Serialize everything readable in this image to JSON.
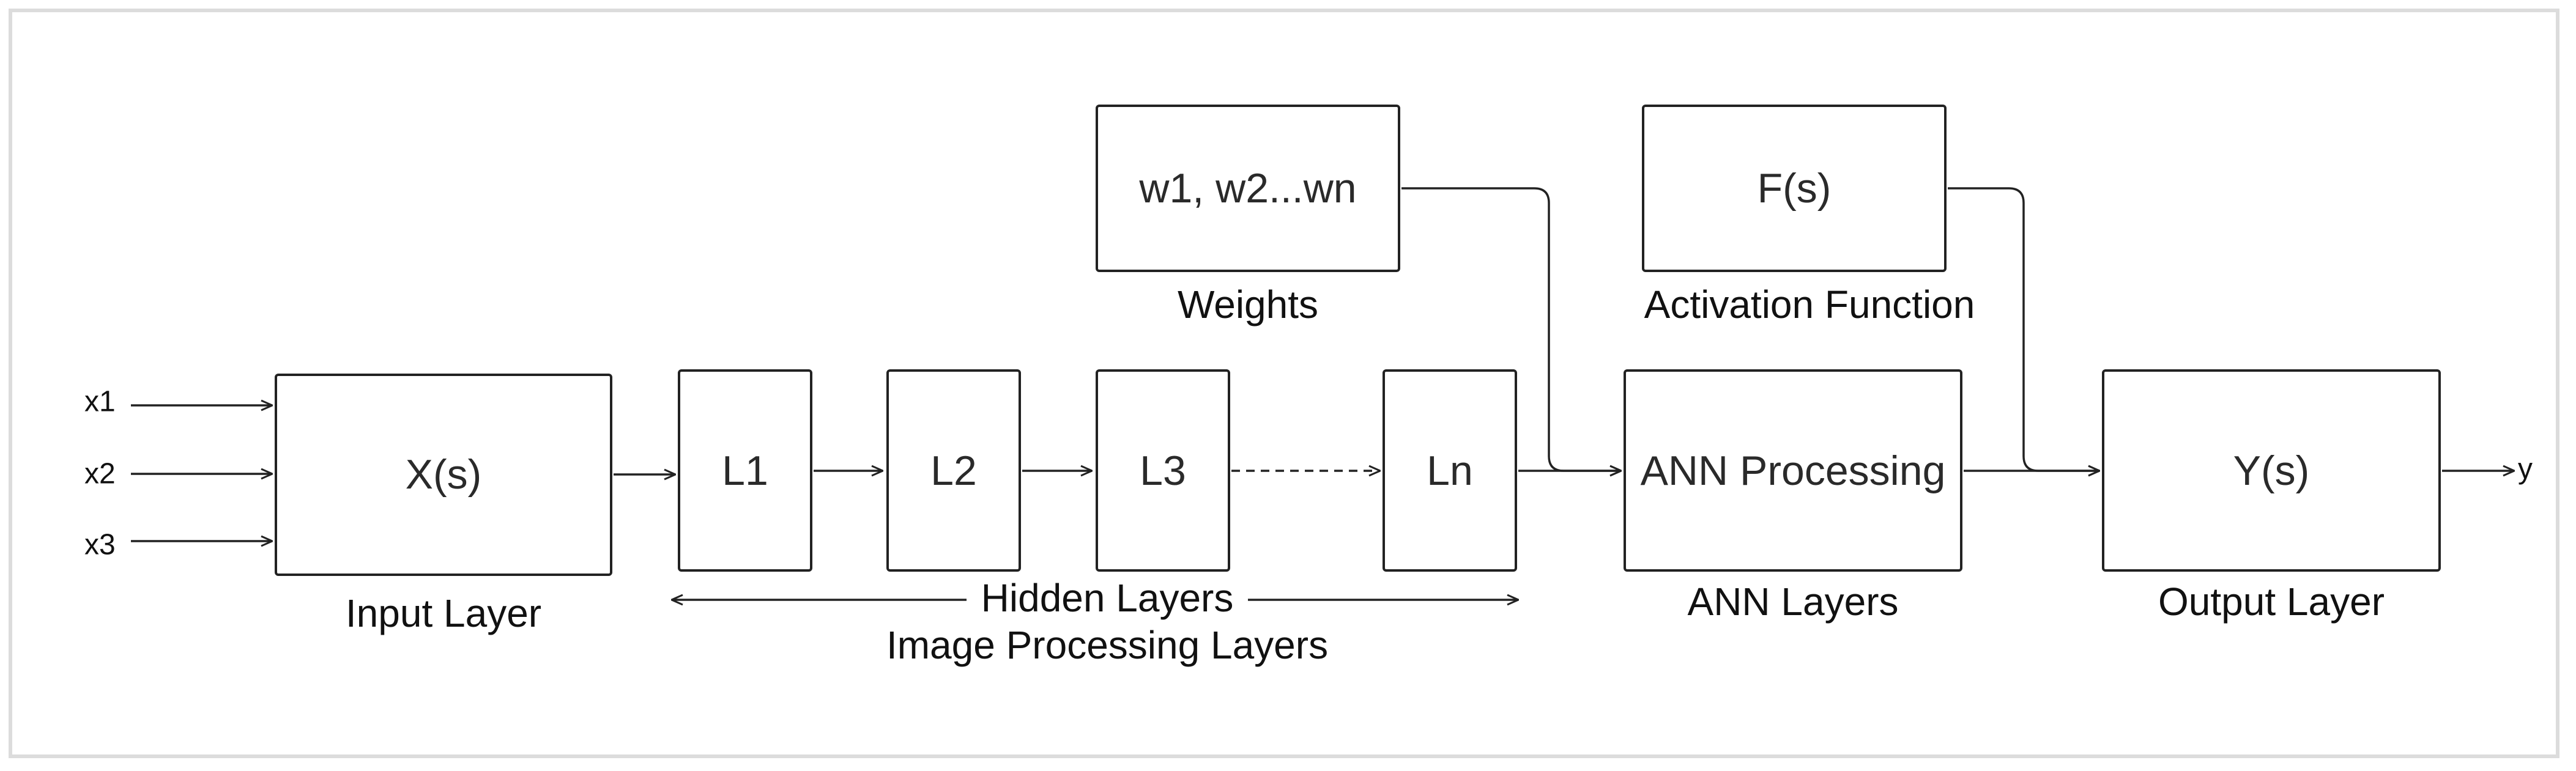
{
  "inputs": [
    "x1",
    "x2",
    "x3"
  ],
  "output": "y",
  "boxes": {
    "input": "X(s)",
    "l1": "L1",
    "l2": "L2",
    "l3": "L3",
    "ln": "Ln",
    "weights": "w1, w2...wn",
    "activation": "F(s)",
    "ann": "ANN Processing",
    "out": "Y(s)"
  },
  "captions": {
    "input_layer": "Input Layer",
    "weights": "Weights",
    "activation_function": "Activation Function",
    "hidden_layers": "Hidden Layers",
    "image_processing_layers": "Image Processing Layers",
    "ann_layers": "ANN Layers",
    "output_layer": "Output Layer"
  }
}
